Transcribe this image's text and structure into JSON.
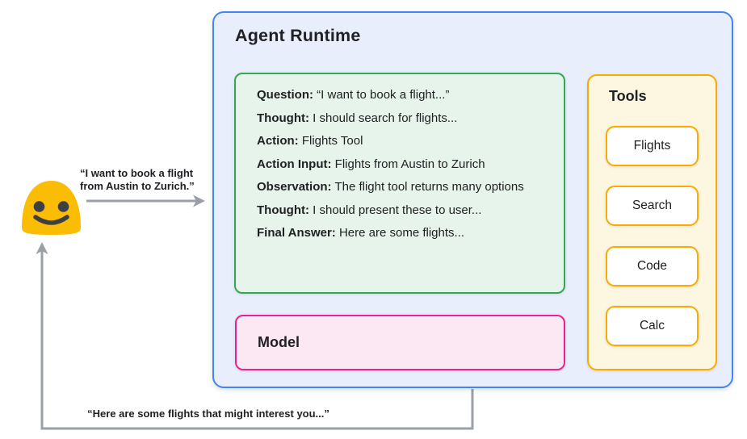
{
  "colors": {
    "runtime-border": "#4285f4",
    "runtime-fill": "#e8eefc",
    "scratchpad-border": "#34a853",
    "scratchpad-fill": "#e7f4eb",
    "model-border": "#e52592",
    "model-fill": "#fce8f3",
    "tools-border": "#f9ab00",
    "tools-fill": "#fdf6e0",
    "tool-button-fill": "#ffffff",
    "arrow": "#9aa0a6",
    "emoji-yellow": "#fbbc04",
    "emoji-features": "#3c4043",
    "text": "#202124"
  },
  "user": {
    "emoji": "smiling-blob-emoji",
    "request_line1": "“I want to book a flight",
    "request_line2": "from Austin to Zurich.”",
    "response": "“Here are some flights that might interest you...”"
  },
  "agent_runtime": {
    "title": "Agent Runtime",
    "scratchpad": {
      "lines": [
        {
          "label": "Question:",
          "text": "“I want to book a flight...”"
        },
        {
          "label": "Thought:",
          "text": "I should search for flights..."
        },
        {
          "label": "Action:",
          "text": "Flights Tool"
        },
        {
          "label": "Action Input:",
          "text": "Flights from Austin to Zurich"
        },
        {
          "label": "Observation:",
          "text": "The flight tool returns many options"
        },
        {
          "label": "Thought:",
          "text": "I should present these to user..."
        },
        {
          "label": "Final Answer:",
          "text": "Here are some flights..."
        }
      ]
    },
    "model_label": "Model",
    "tools": {
      "title": "Tools",
      "items": [
        "Flights",
        "Search",
        "Code",
        "Calc"
      ]
    }
  }
}
